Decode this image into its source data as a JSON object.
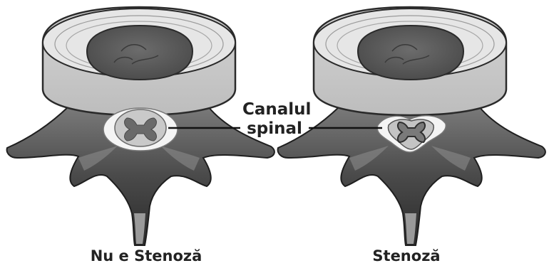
{
  "diagram": {
    "center_label": {
      "line1": "Canalul",
      "line2": "spinal"
    },
    "left": {
      "caption": "Nu e Stenoză"
    },
    "right": {
      "caption": "Stenoză"
    }
  }
}
